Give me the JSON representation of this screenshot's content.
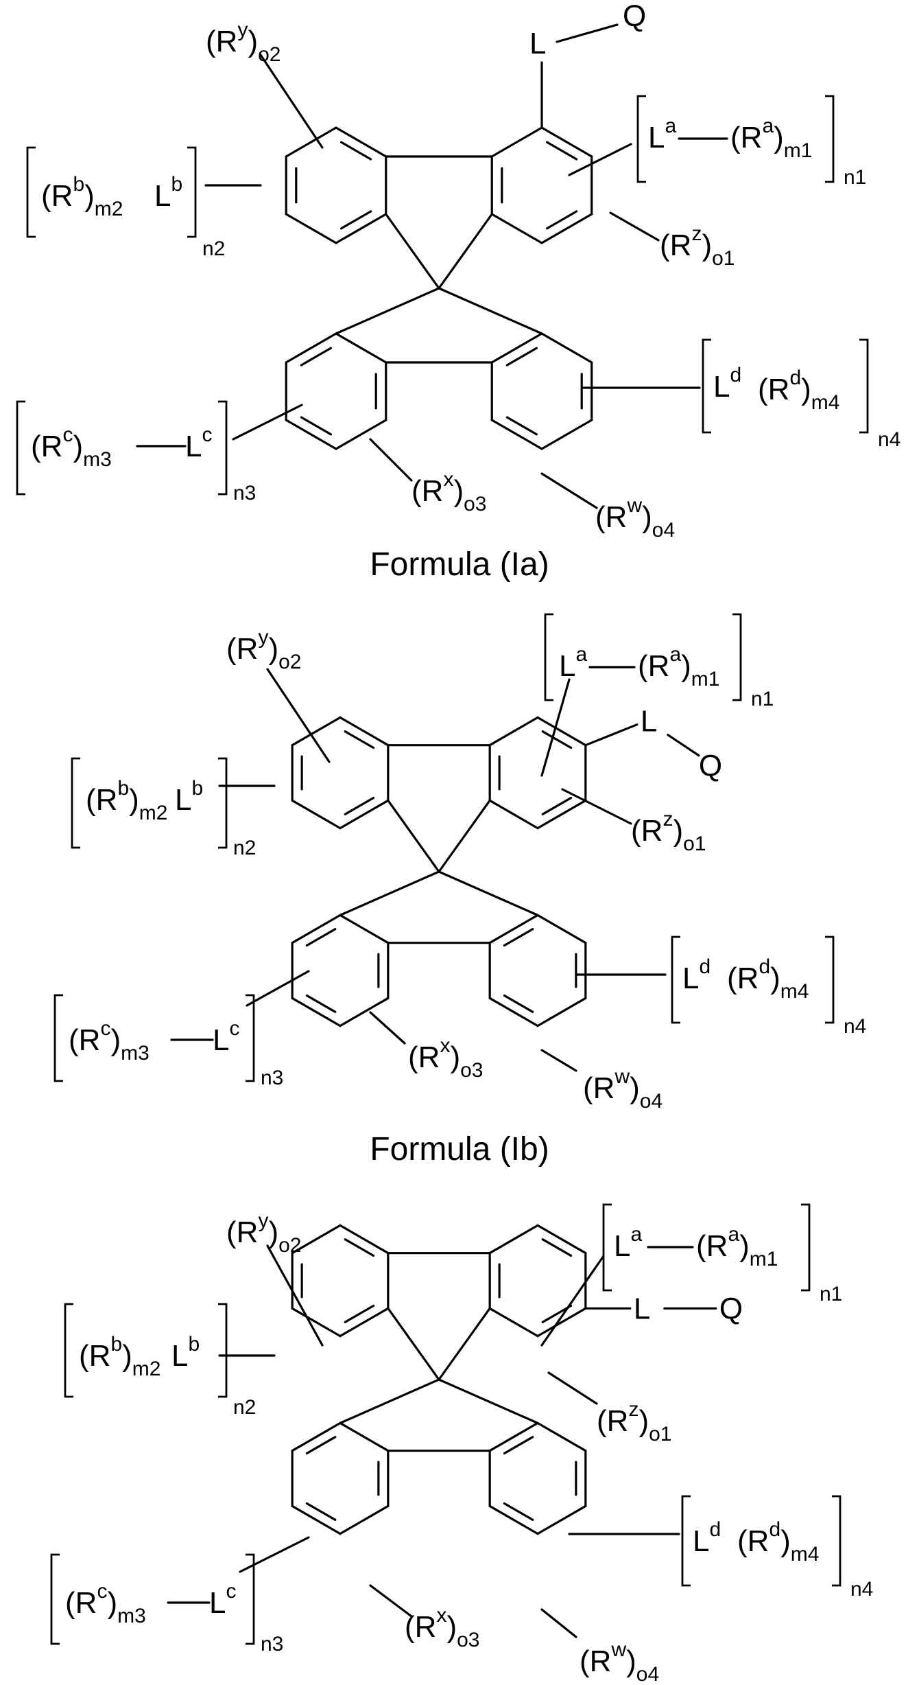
{
  "captions": {
    "formula_a": "Formula (Ia)",
    "formula_b": "Formula (Ib)"
  },
  "labels": {
    "L": "L",
    "Q": "Q",
    "R": "R",
    "y": "y",
    "z": "z",
    "x": "x",
    "w": "w",
    "a": "a",
    "b": "b",
    "c": "c",
    "d": "d",
    "o1": "o1",
    "o2": "o2",
    "o3": "o3",
    "o4": "o4",
    "m1": "m1",
    "m2": "m2",
    "m3": "m3",
    "m4": "m4",
    "n1": "n1",
    "n2": "n2",
    "n3": "n3",
    "n4": "n4",
    "lp": "(",
    "rp": ")"
  },
  "structures": [
    "formula-ia",
    "formula-ib",
    "formula-ic"
  ]
}
